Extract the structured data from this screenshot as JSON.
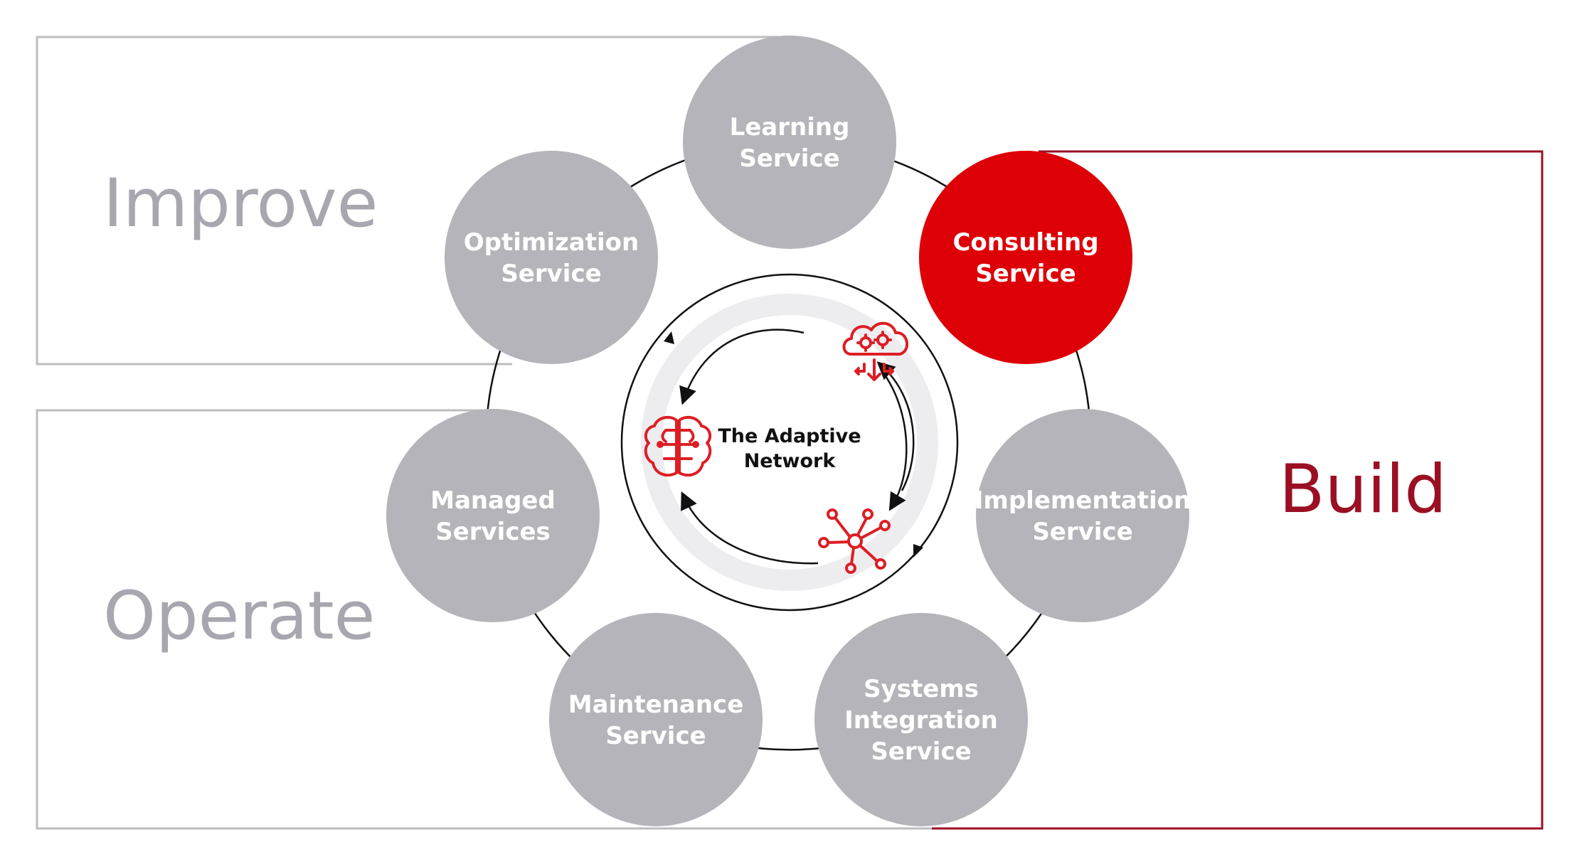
{
  "phases": {
    "improve": "Improve",
    "operate": "Operate",
    "build": "Build"
  },
  "services": [
    {
      "id": "learning",
      "lines": [
        "Learning",
        "Service"
      ],
      "highlighted": false
    },
    {
      "id": "consulting",
      "lines": [
        "Consulting",
        "Service"
      ],
      "highlighted": true
    },
    {
      "id": "implementation",
      "lines": [
        "Implementation",
        "Service"
      ],
      "highlighted": false
    },
    {
      "id": "systems-integration",
      "lines": [
        "Systems",
        "Integration",
        "Service"
      ],
      "highlighted": false
    },
    {
      "id": "maintenance",
      "lines": [
        "Maintenance",
        "Service"
      ],
      "highlighted": false
    },
    {
      "id": "managed",
      "lines": [
        "Managed",
        "Services"
      ],
      "highlighted": false
    },
    {
      "id": "optimization",
      "lines": [
        "Optimization",
        "Service"
      ],
      "highlighted": false
    }
  ],
  "center": {
    "title_line1": "The Adaptive",
    "title_line2": "Network"
  },
  "colors": {
    "service_circle": "#b5b4bb",
    "highlight": "#dd0007",
    "build_frame": "#9b0f23",
    "phase_gray": "#a8a7b0",
    "frame_gray": "#bdbdbd",
    "icon_red": "#dd1e25",
    "inner_ring": "#ededf0"
  },
  "icons": [
    "cloud-gears-icon",
    "brain-icon",
    "network-hub-icon"
  ]
}
